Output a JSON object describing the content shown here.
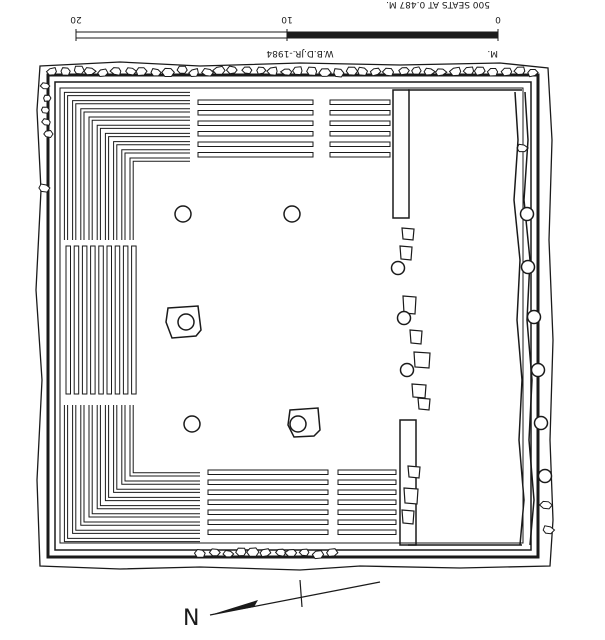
{
  "drawing": {
    "credit": "W.B.D.JR.-1984",
    "scale_unit": "M.",
    "scale_ticks": [
      "0",
      "10",
      "20"
    ],
    "seating_note": "500 SEATS AT 0.487 M.",
    "north_label": "N"
  },
  "ink_color": "#1a1a1a",
  "paper_color": "#ffffff",
  "features": {
    "columns_interior": 4,
    "columns_portico": 6,
    "seat_bank_rows": 9
  }
}
